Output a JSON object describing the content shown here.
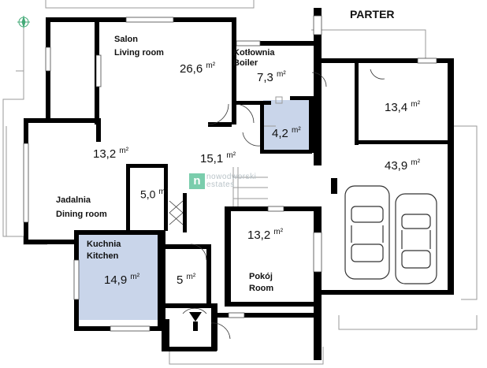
{
  "title": "PARTER",
  "colors": {
    "wall": "#000000",
    "highlight": "#c9d5ea",
    "thin_line": "#9a9a9a",
    "watermark_green": "#0fa56a"
  },
  "rooms": {
    "salon": {
      "label_pl": "Salon",
      "label_en": "Living room",
      "area": "26,6",
      "unit": "m²"
    },
    "kotlownia": {
      "label_pl": "Kotłownia",
      "label_en": "Boiler",
      "area": "7,3",
      "unit": "m²"
    },
    "bath_small": {
      "area": "4,2",
      "unit": "m²"
    },
    "hall": {
      "area": "15,1",
      "unit": "m²"
    },
    "jadalnia": {
      "label_pl": "Jadalnia",
      "label_en": "Dining room",
      "area": "13,2",
      "unit": "m²"
    },
    "spizarnia": {
      "area": "5,0",
      "unit": "m²"
    },
    "kuchnia": {
      "label_pl": "Kuchnia",
      "label_en": "Kitchen",
      "area": "14,9",
      "unit": "m²"
    },
    "wc": {
      "area": "5",
      "unit": "m²"
    },
    "pokoj": {
      "label_pl": "Pokój",
      "label_en": "Room",
      "area": "13,2",
      "unit": "m²"
    },
    "garage_utility": {
      "area": "13,4",
      "unit": "m²"
    },
    "garage": {
      "area": "43,9",
      "unit": "m²"
    }
  },
  "watermark": {
    "brand": "nowodworski",
    "sub": "estates",
    "letter": "n"
  },
  "icons": {
    "compass": "compass-icon",
    "car": "car-icon",
    "entrance": "entrance-arrow-icon"
  }
}
